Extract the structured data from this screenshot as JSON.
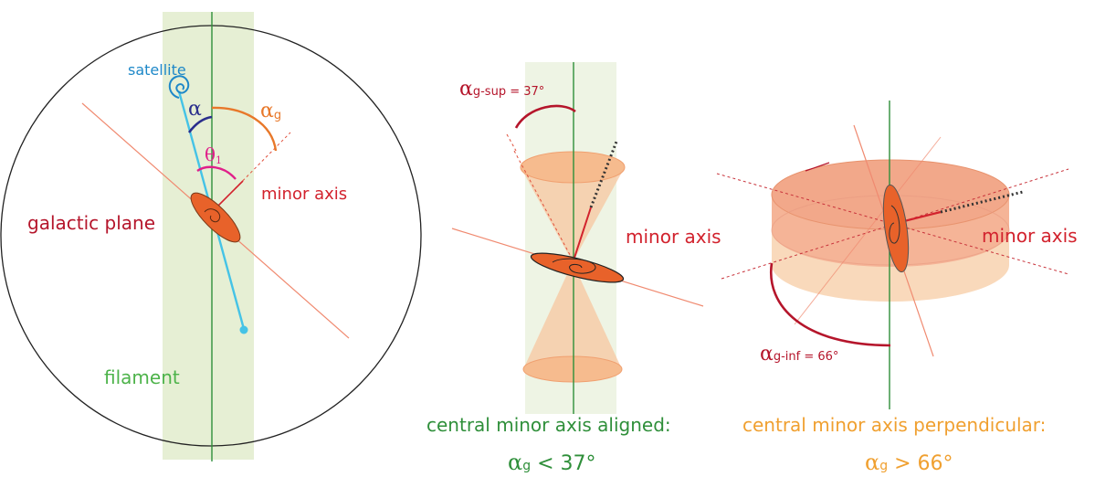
{
  "colors": {
    "filament_band": "#e6efd4",
    "filament_line": "#2f8f3a",
    "satellite": "#1e88c8",
    "red": "#d2222d",
    "darkred": "#b5152b",
    "orange": "#e8782a",
    "magenta": "#e0208a",
    "navy": "#2a2e8c",
    "salmon": "#f08a70",
    "disk": "#e8622a",
    "cone": "#f7c7a0",
    "cylinder": "#f6c5a0"
  },
  "panel_left": {
    "satellite_label": "satellite",
    "alpha_symbol": "α",
    "alpha_g_symbol": "α",
    "alpha_g_subscript": "g",
    "theta_symbol": "θ",
    "theta_subscript": "1",
    "minor_axis_label": "minor axis",
    "galactic_plane_label": "galactic plane",
    "filament_label": "filament"
  },
  "panel_middle": {
    "angle_symbol": "α",
    "angle_subscript": "g-sup",
    "angle_value": " = 37°",
    "minor_axis_label": "minor axis",
    "caption": "central minor axis aligned:",
    "condition_symbol": "α",
    "condition_subscript": "g",
    "condition_text": " < 37°"
  },
  "panel_right": {
    "angle_symbol": "α",
    "angle_subscript": "g-inf",
    "angle_value": " = 66°",
    "minor_axis_label": "minor axis",
    "caption": "central minor axis perpendicular:",
    "condition_symbol": "α",
    "condition_subscript": "g",
    "condition_text": " > 66°"
  }
}
